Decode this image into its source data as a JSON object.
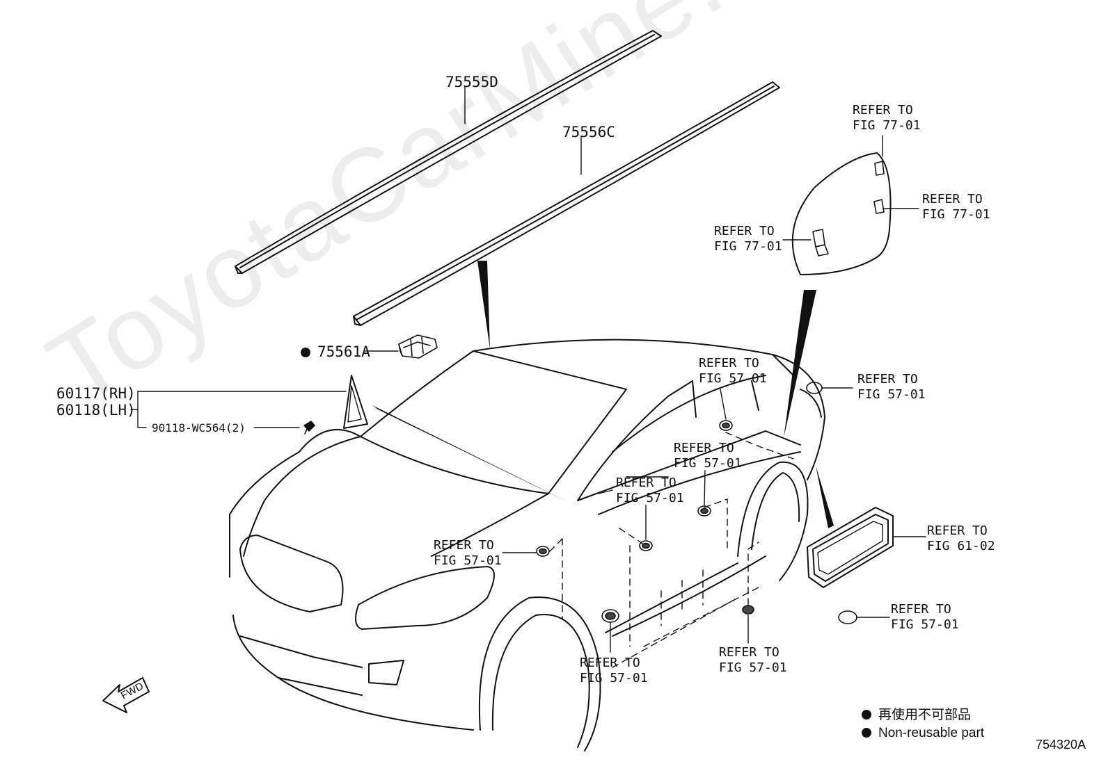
{
  "watermark": "ToyotaCarMine.ru",
  "parts": {
    "p75555": "75555D",
    "p75556": "75556C",
    "p75561": "75561A",
    "p60117": "60117(RH)",
    "p60118": "60118(LH)",
    "p90118": "90118-WC564(2)"
  },
  "refs": {
    "r77a_1": "REFER TO",
    "r77a_2": "FIG 77-01",
    "r77b_1": "REFER TO",
    "r77b_2": "FIG 77-01",
    "r77c_1": "REFER TO",
    "r77c_2": "FIG 77-01",
    "r57a_1": "REFER TO",
    "r57a_2": "FIG 57-01",
    "r57b_1": "REFER TO",
    "r57b_2": "FIG 57-01",
    "r57c_1": "REFER TO",
    "r57c_2": "FIG 57-01",
    "r57d_1": "REFER TO",
    "r57d_2": "FIG 57-01",
    "r57e_1": "REFER TO",
    "r57e_2": "FIG 57-01",
    "r57f_1": "REFER TO",
    "r57f_2": "FIG 57-01",
    "r57g_1": "REFER TO",
    "r57g_2": "FIG 57-01",
    "r57h_1": "REFER TO",
    "r57h_2": "FIG 57-01",
    "r61_1": "REFER TO",
    "r61_2": "FIG 61-02"
  },
  "fwd": "FWD",
  "legend": {
    "jp": "再使用不可部品",
    "en": "Non-reusable part"
  },
  "figure_id": "754320A"
}
